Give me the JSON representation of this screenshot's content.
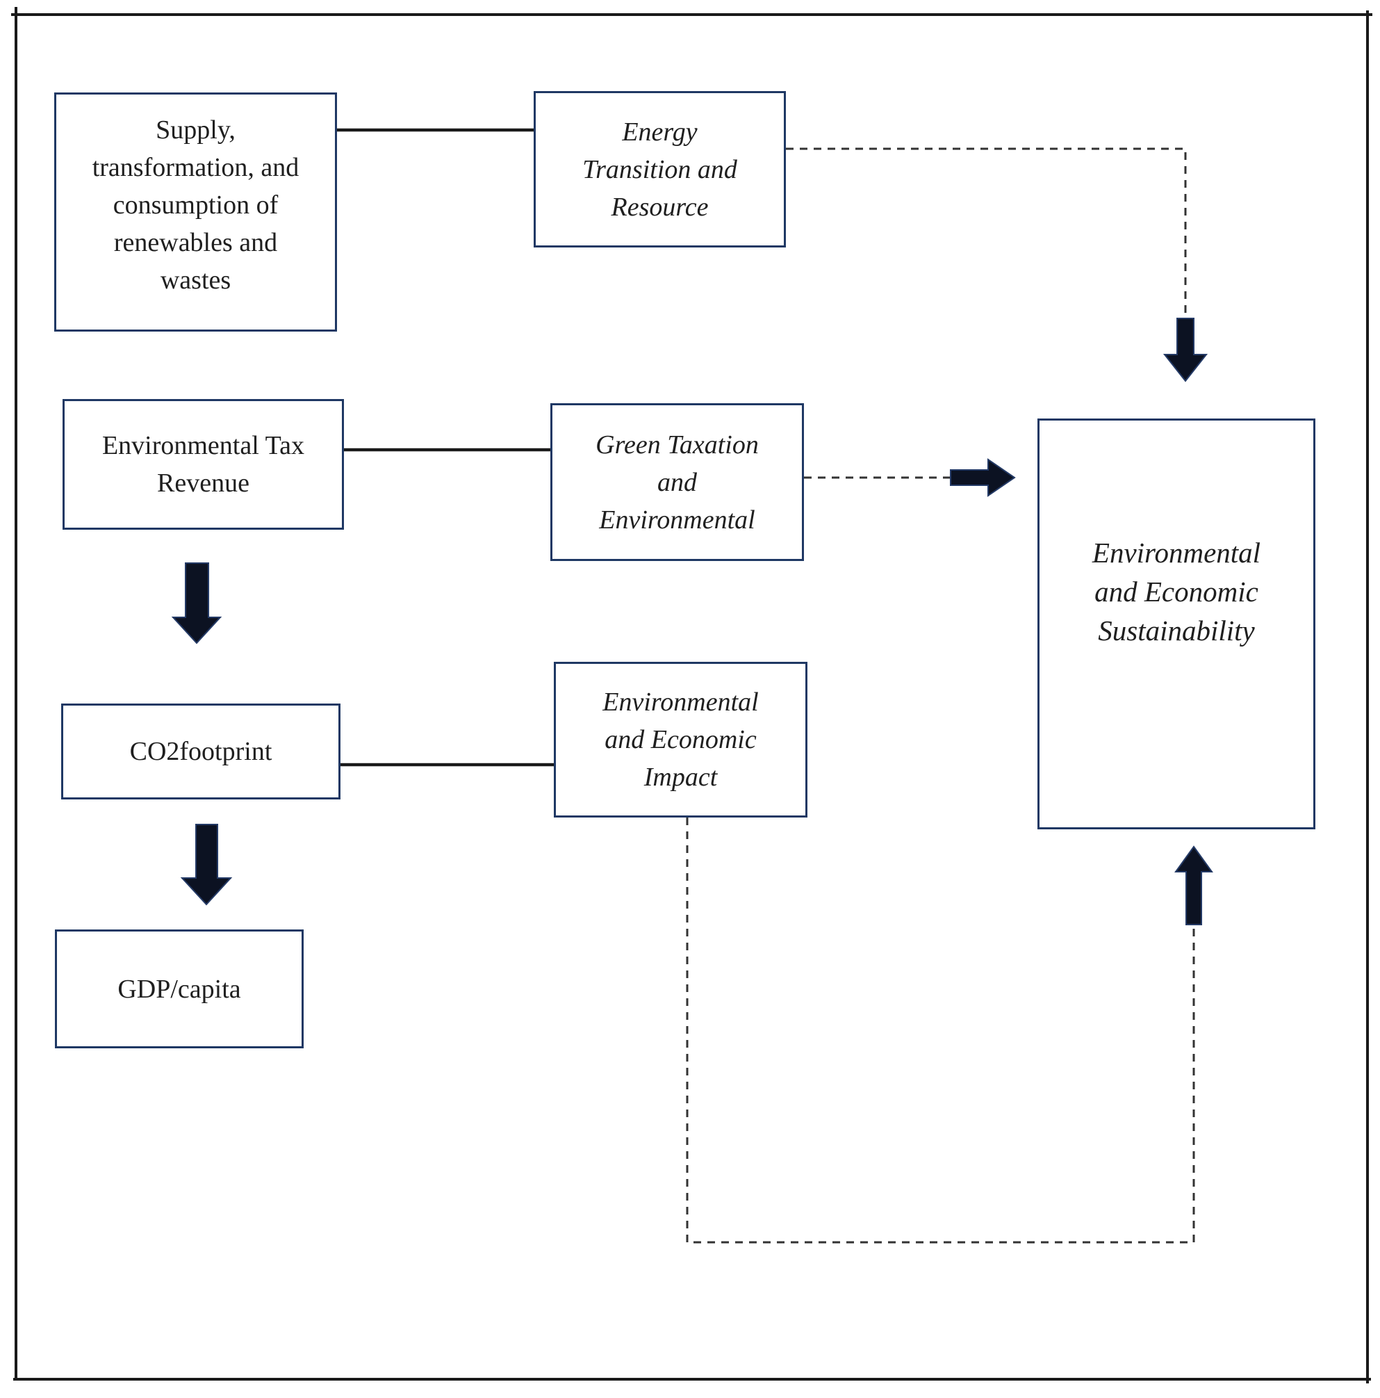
{
  "figure": {
    "title": "Conceptual framework diagram",
    "colors": {
      "background": "#ffffff",
      "frame": "#1a1a1a",
      "box-border": "#1f3864",
      "text": "#1f1f1f",
      "line": "#1a1a1a",
      "dashed": "#333333",
      "arrow-fill": "#0c1222",
      "arrow-stroke": "#243a66"
    },
    "nodes": {
      "supply": {
        "label": "Supply, transformation, and consumption of renewables and wastes",
        "lines": [
          "Supply,",
          "transformation, and",
          "consumption of",
          "renewables and",
          "wastes"
        ],
        "style": "plain"
      },
      "energy": {
        "label": "Energy Transition and Resource",
        "lines": [
          "Energy",
          "Transition and",
          "Resource"
        ],
        "style": "italic"
      },
      "envtax": {
        "label": "Environmental Tax Revenue",
        "lines": [
          "Environmental Tax",
          "Revenue"
        ],
        "style": "plain"
      },
      "greentax": {
        "label": "Green Taxation and Environmental",
        "lines": [
          "Green Taxation",
          "and",
          "Environmental"
        ],
        "style": "italic"
      },
      "co2": {
        "label": "CO2footprint",
        "lines": [
          "CO2footprint"
        ],
        "style": "plain"
      },
      "impact": {
        "label": "Environmental and Economic Impact",
        "lines": [
          "Environmental",
          "and Economic",
          "Impact"
        ],
        "style": "italic"
      },
      "gdp": {
        "label": "GDP/capita",
        "lines": [
          "GDP/capita"
        ],
        "style": "plain"
      },
      "sustain": {
        "label": "Environmental and Economic Sustainability",
        "lines": [
          "Environmental",
          "and Economic",
          "Sustainability"
        ],
        "style": "italic"
      }
    },
    "edges": [
      {
        "from": "supply",
        "to": "energy",
        "style": "solid-line",
        "arrow": "none"
      },
      {
        "from": "envtax",
        "to": "greentax",
        "style": "solid-line",
        "arrow": "none"
      },
      {
        "from": "co2",
        "to": "impact",
        "style": "solid-line",
        "arrow": "none"
      },
      {
        "from": "energy",
        "to": "sustain",
        "style": "dashed-line",
        "arrow": "down-into-top"
      },
      {
        "from": "greentax",
        "to": "sustain",
        "style": "dashed-line",
        "arrow": "right-into-left-side"
      },
      {
        "from": "impact",
        "to": "sustain",
        "style": "dashed-line",
        "arrow": "up-into-bottom"
      },
      {
        "from": "envtax",
        "to": "co2",
        "style": "thick-solid-arrow",
        "arrow": "down"
      },
      {
        "from": "co2",
        "to": "gdp",
        "style": "thick-solid-arrow",
        "arrow": "down"
      }
    ]
  }
}
